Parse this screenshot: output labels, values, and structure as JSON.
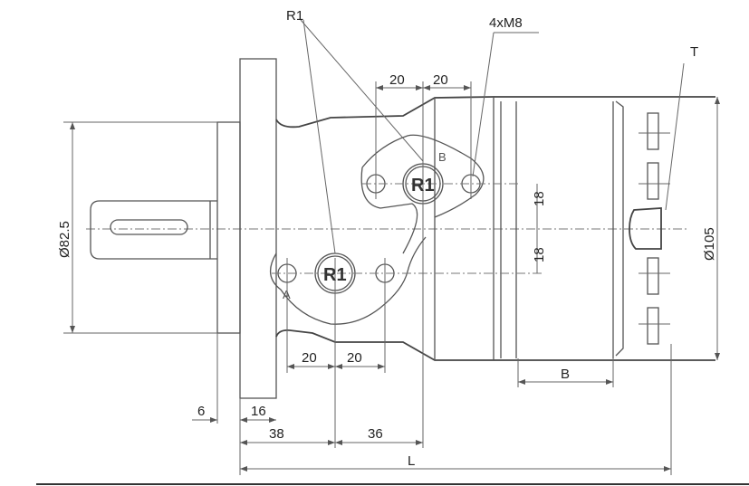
{
  "title": "Hydraulic motor dimensional drawing",
  "labels": {
    "r1_leader": "R1",
    "thread": "4xM8",
    "tank_port": "T",
    "port_b_r1": "R1",
    "port_a_r1": "R1",
    "port_b": "B",
    "port_a": "A",
    "shaft_dia": "Ø82.5",
    "body_dia": "Ø105",
    "top_dim_left": "20",
    "top_dim_right": "20",
    "bottom_dim_left": "20",
    "bottom_dim_right": "20",
    "vert_dim_top": "18",
    "vert_dim_bottom": "18",
    "length_b": "B",
    "dim_6": "6",
    "dim_16": "16",
    "dim_38": "38",
    "dim_36": "36",
    "length_l": "L"
  }
}
